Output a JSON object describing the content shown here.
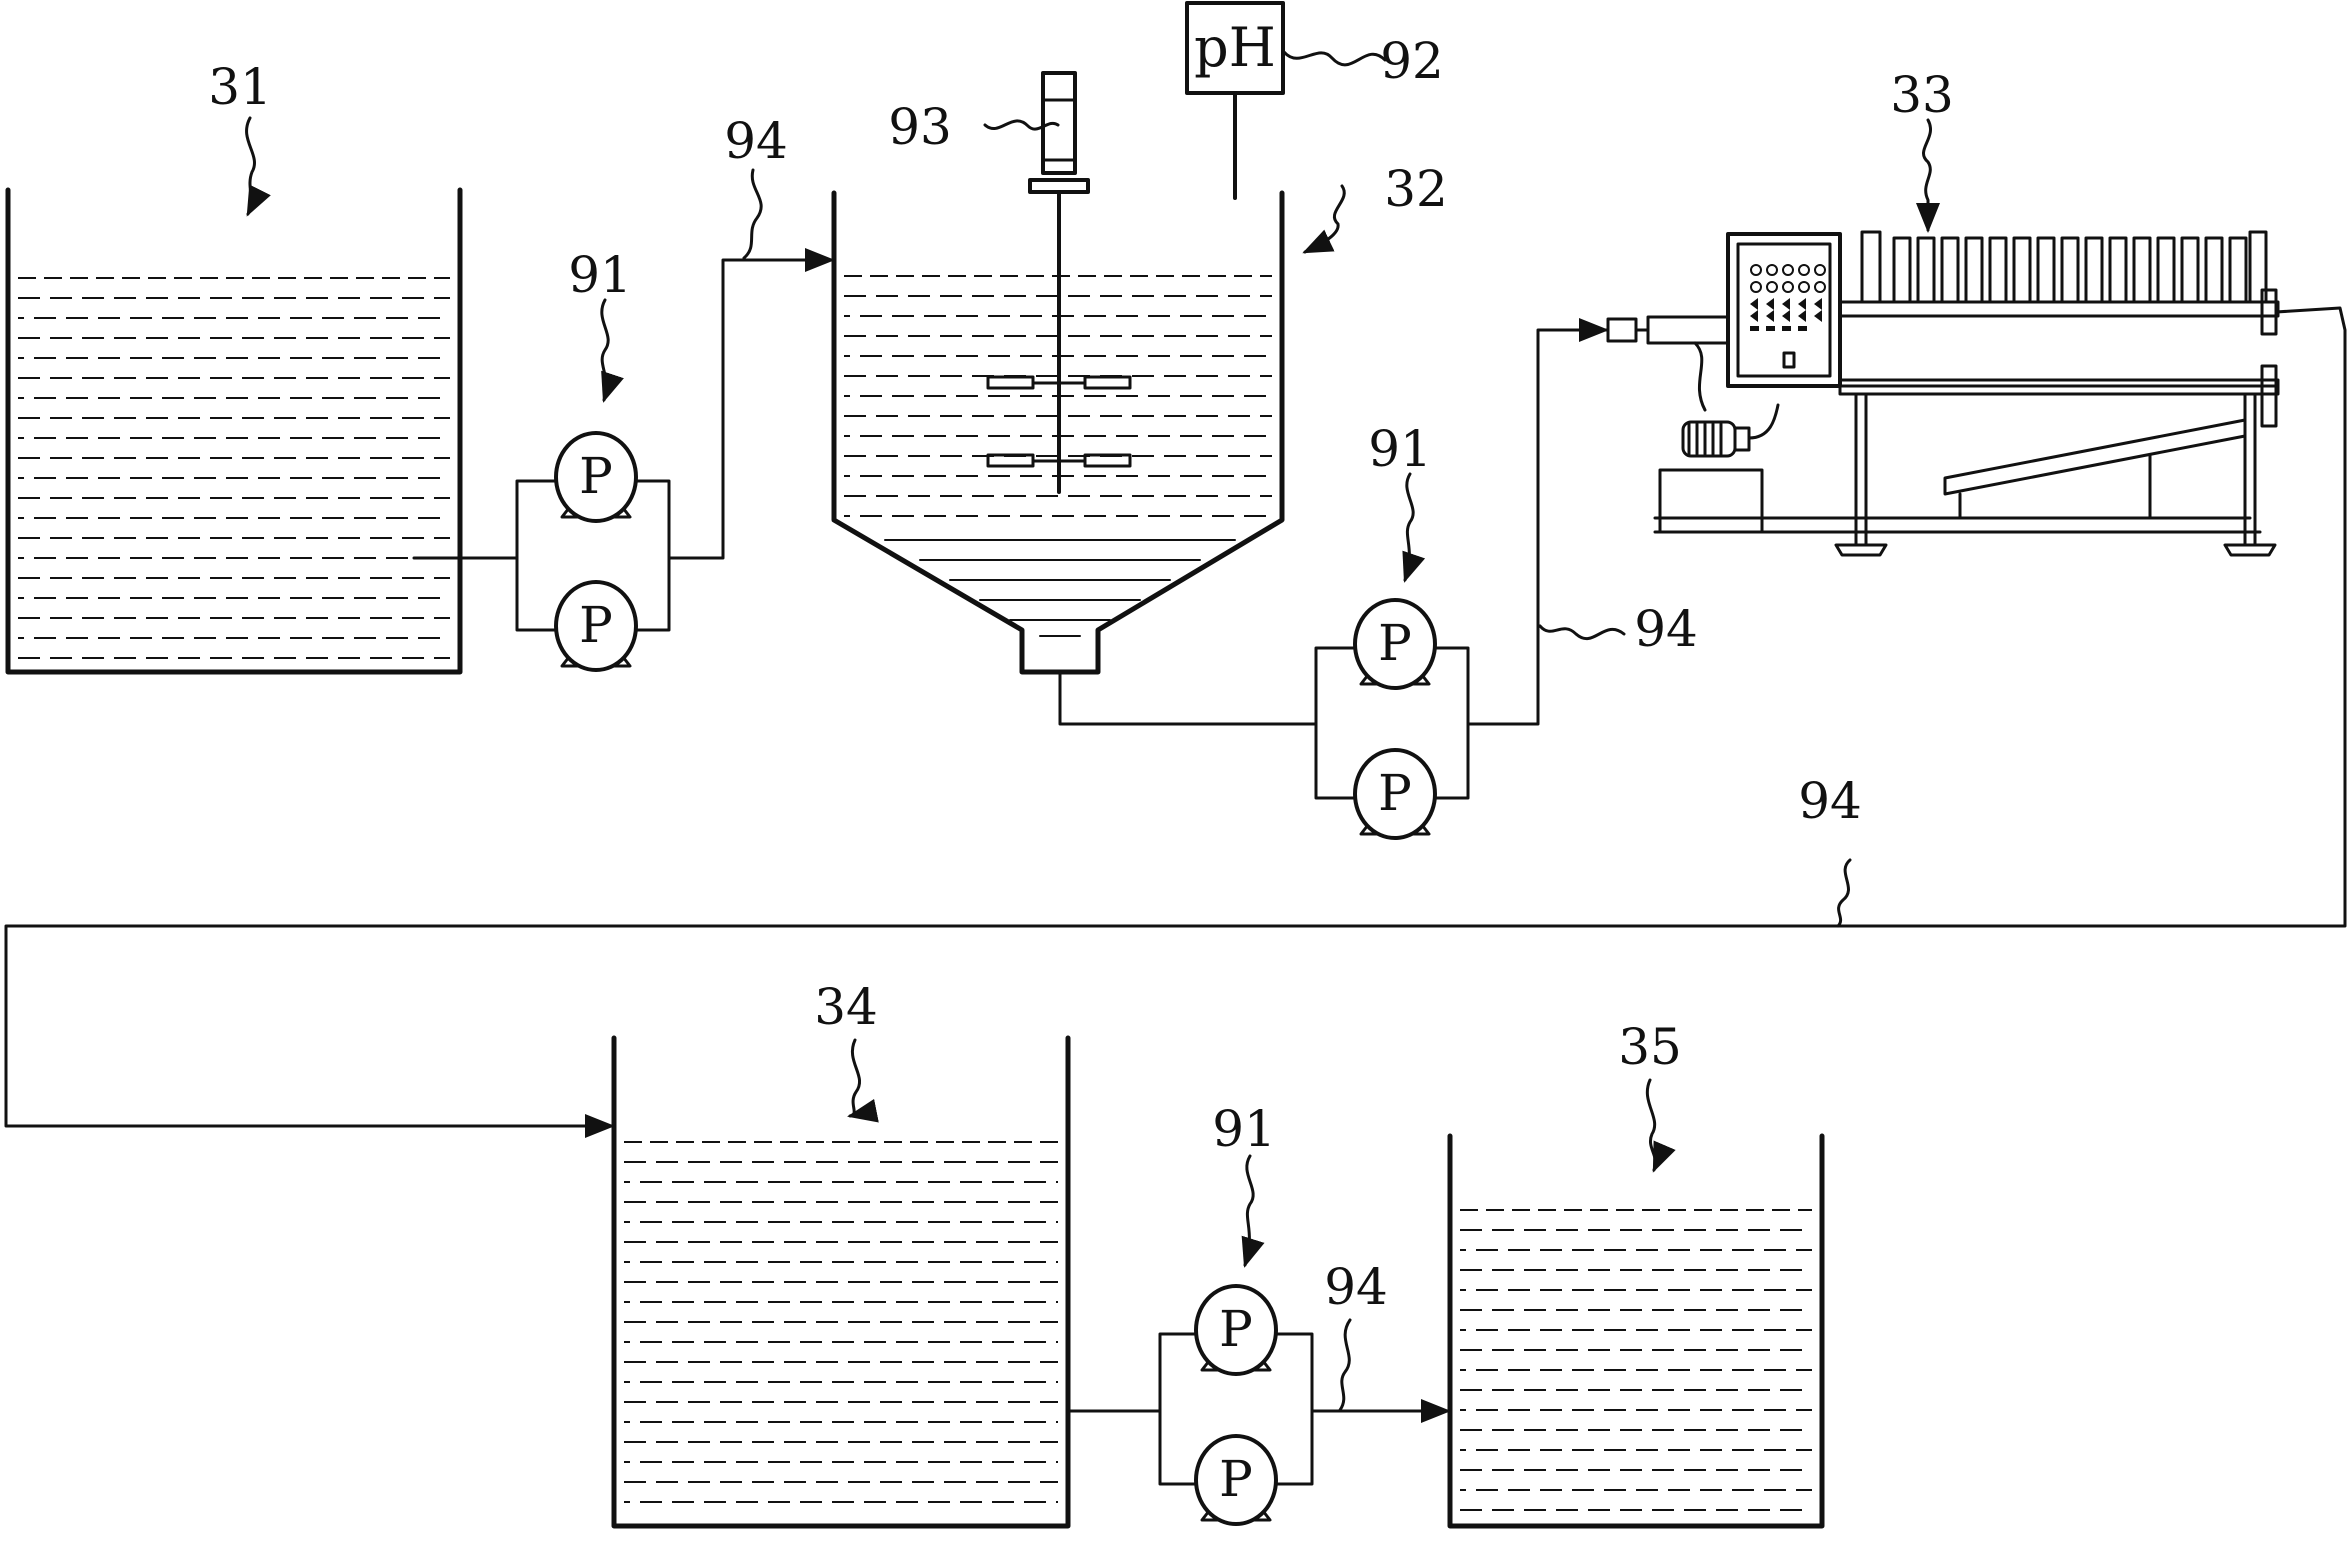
{
  "diagram": {
    "labels": {
      "tank_31": "31",
      "tank_32": "32",
      "filter_press_33": "33",
      "tank_34": "34",
      "tank_35": "35",
      "pump_91_a": "91",
      "pump_91_b": "91",
      "pump_91_c": "91",
      "ph_meter_92": "92",
      "mixer_93": "93",
      "pipe_94_a": "94",
      "pipe_94_b": "94",
      "pipe_94_c": "94",
      "pipe_94_d": "94"
    },
    "pump_symbol": "P",
    "ph_symbol": "pH",
    "colors": {
      "line": "#111111",
      "background": "#ffffff"
    }
  }
}
